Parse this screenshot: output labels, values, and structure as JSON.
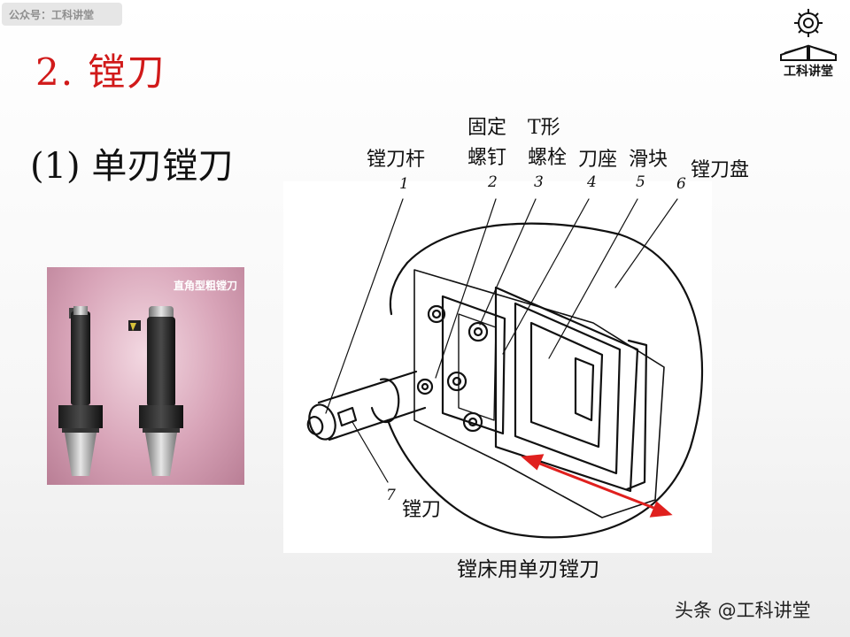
{
  "watermark": "公众号：工科讲堂",
  "logo_text": "工科讲堂",
  "heading": "2. 镗刀",
  "subheading": "(1) 单刃镗刀",
  "photo_label": "直角型粗镗刀",
  "labels": {
    "l1": "镗刀杆",
    "l2a": "固定",
    "l2b": "螺钉",
    "l3a": "T形",
    "l3b": "螺栓",
    "l4": "刀座",
    "l5": "滑块",
    "l6": "镗刀盘",
    "l7": "镗刀"
  },
  "numbers": {
    "n1": "1",
    "n2": "2",
    "n3": "3",
    "n4": "4",
    "n5": "5",
    "n6": "6",
    "n7": "7"
  },
  "caption": "镗床用单刃镗刀",
  "credit": "头条 @工科讲堂",
  "colors": {
    "heading": "#d11a1a",
    "arrow": "#e0201e"
  }
}
